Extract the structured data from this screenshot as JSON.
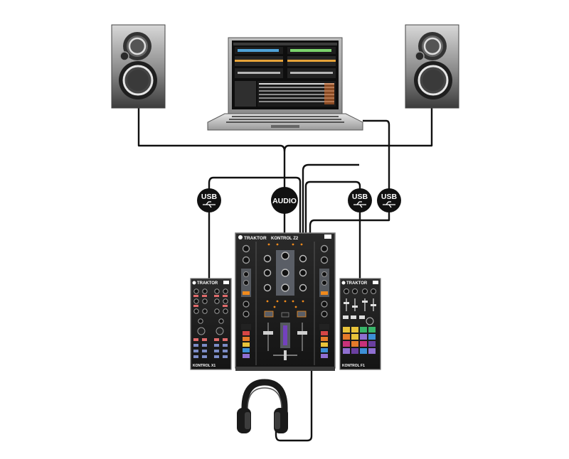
{
  "labels": {
    "usb": "USB",
    "audio": "AUDIO"
  },
  "devices": {
    "mixer": {
      "brand": "TRAKTOR",
      "model": "KONTROL Z2"
    },
    "left_controller": {
      "brand": "TRAKTOR",
      "model": "KONTROL X1"
    },
    "right_controller": {
      "brand": "TRAKTOR",
      "model": "KONTROL F1"
    }
  },
  "colors": {
    "cable": "#111111",
    "device_body": "#1c1c1c",
    "accent_orange": "#f08a1c",
    "pad_colors": [
      "#e8c33a",
      "#e57b2a",
      "#c8327a",
      "#6a3fa0",
      "#3d8fd6",
      "#39b56a",
      "#d64545",
      "#8f6fd1"
    ]
  },
  "icons": {
    "usb": "usb-trident-icon",
    "speaker": "speaker-icon",
    "laptop": "laptop-icon",
    "headphones": "headphones-icon"
  }
}
